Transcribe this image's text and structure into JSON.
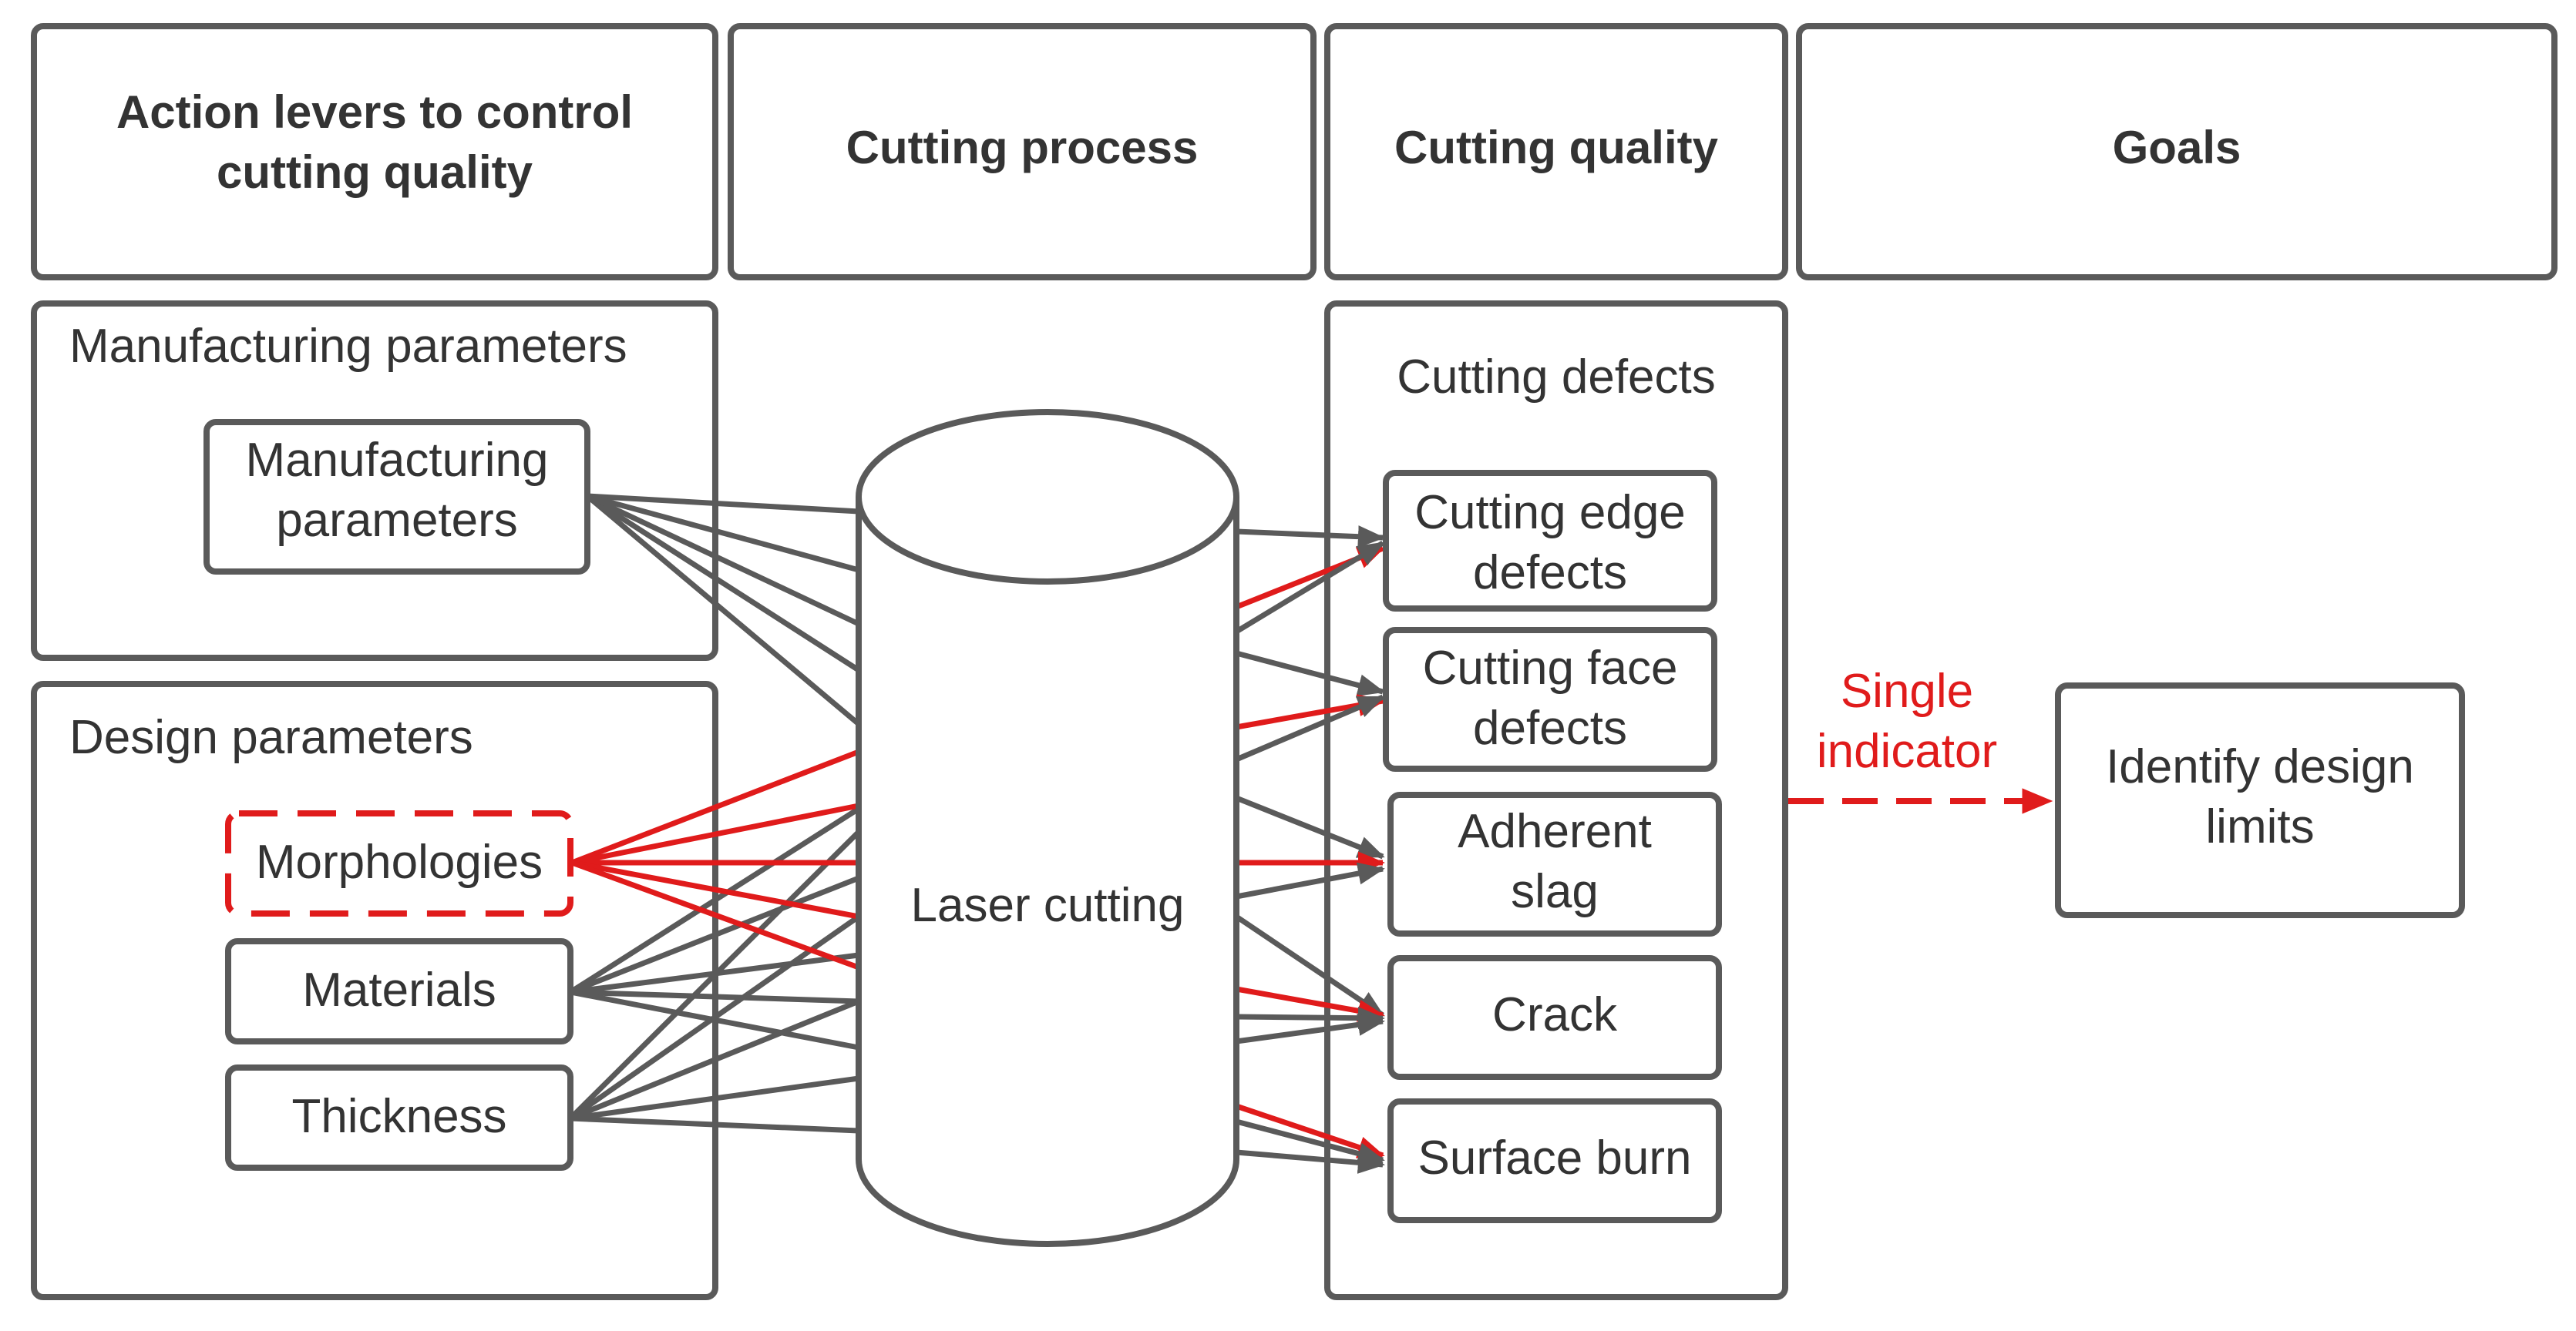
{
  "headers": {
    "action_levers_line1": "Action levers to control",
    "action_levers_line2": "cutting quality",
    "cutting_process": "Cutting process",
    "cutting_quality": "Cutting quality",
    "goals": "Goals"
  },
  "manufacturing_group": {
    "title": "Manufacturing  parameters",
    "item_line1": "Manufacturing",
    "item_line2": "parameters"
  },
  "design_group": {
    "title": "Design parameters",
    "morphologies": "Morphologies",
    "materials": "Materials",
    "thickness": "Thickness"
  },
  "process": {
    "label": "Laser cutting"
  },
  "defects_group": {
    "title": "Cutting defects",
    "edge_line1": "Cutting edge",
    "edge_line2": "defects",
    "face_line1": "Cutting face",
    "face_line2": "defects",
    "slag_line1": "Adherent",
    "slag_line2": "slag",
    "crack": "Crack",
    "burn": "Surface burn"
  },
  "indicator": {
    "line1": "Single",
    "line2": "indicator"
  },
  "goal": {
    "line1": "Identify design",
    "line2": "limits"
  },
  "colors": {
    "frame": "#5a5a5a",
    "text": "#333333",
    "highlight": "#e01b1b"
  }
}
